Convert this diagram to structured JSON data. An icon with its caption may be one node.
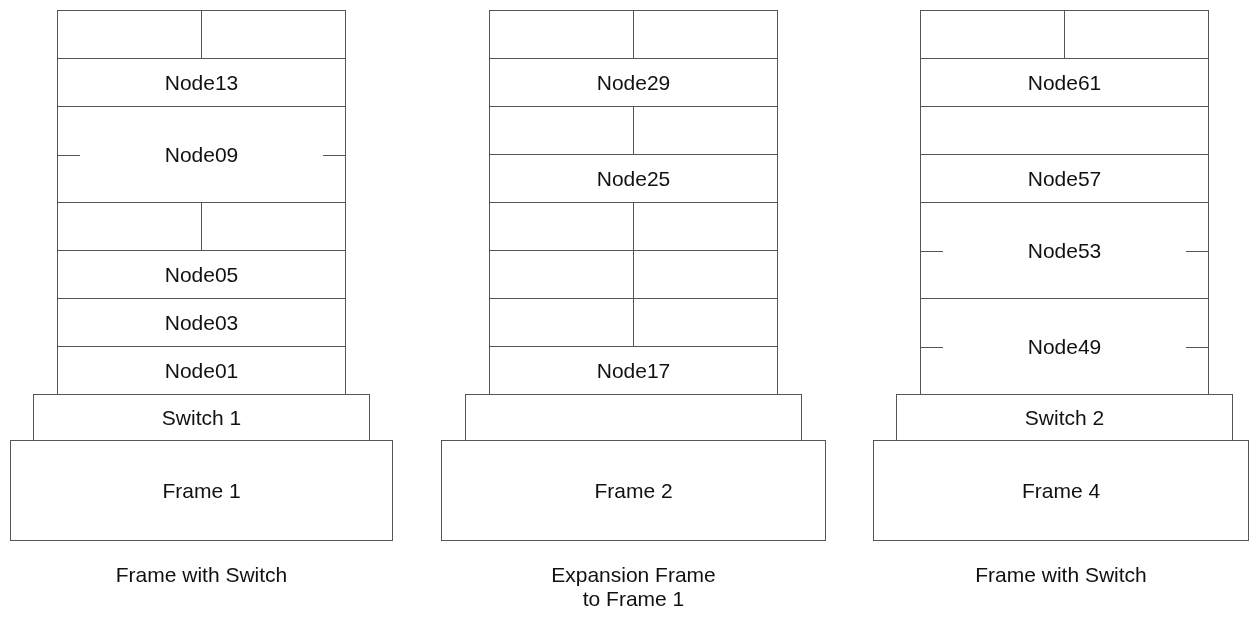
{
  "diagram": {
    "nodes": [
      {
        "text": [],
        "shape": "box"
      },
      {
        "text": [],
        "shape": "box"
      },
      {
        "text": [
          "Node13"
        ]
      },
      {
        "text": [
          "Node09"
        ]
      },
      {
        "text": [],
        "shape": "box"
      },
      {
        "text": [],
        "shape": "box"
      },
      {
        "text": [
          "Node05"
        ]
      },
      {
        "text": [
          "Node03"
        ]
      },
      {
        "text": [
          "Node01"
        ]
      },
      {
        "text": [
          "Switch 1"
        ]
      },
      {
        "text": [
          "Frame 1"
        ],
        "beside": [
          "Frame with Switch"
        ]
      },
      {
        "text": [],
        "shape": "box"
      },
      {
        "text": [],
        "shape": "box"
      },
      {
        "text": [
          "Node29"
        ]
      },
      {
        "text": [],
        "shape": "box"
      },
      {
        "text": [],
        "shape": "box"
      },
      {
        "text": [
          "Node25"
        ]
      },
      {
        "text": [],
        "shape": "box"
      },
      {
        "text": [],
        "shape": "box"
      },
      {
        "text": [],
        "shape": "box"
      },
      {
        "text": [],
        "shape": "box"
      },
      {
        "text": [],
        "shape": "box"
      },
      {
        "text": [],
        "shape": "box"
      },
      {
        "text": [
          "Node17"
        ]
      },
      {
        "text": [],
        "shape": "box"
      },
      {
        "text": [
          "Frame 2"
        ],
        "beside": [
          "Expansion Frame to Frame 1"
        ]
      },
      {
        "text": [],
        "shape": "box"
      },
      {
        "text": [],
        "shape": "box"
      },
      {
        "text": [
          "Node61"
        ]
      },
      {
        "text": [],
        "shape": "box"
      },
      {
        "text": [
          "Node57"
        ]
      },
      {
        "text": [
          "Node53"
        ]
      },
      {
        "text": [
          "Node49"
        ]
      },
      {
        "text": [
          "Switch 2"
        ]
      },
      {
        "text": [
          "Frame 4"
        ],
        "beside": [
          "Frame with Switch"
        ]
      }
    ],
    "edges": []
  }
}
